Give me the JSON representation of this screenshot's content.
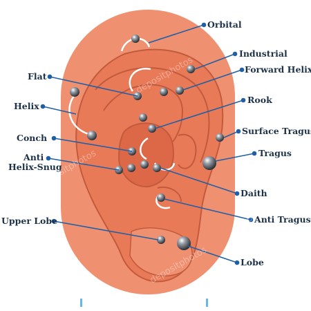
{
  "colors": {
    "ear_outer": "#ef9070",
    "ear_inner": "#e97a58",
    "ear_shadow": "#dc6848",
    "line_dark": "#c25a3c",
    "label_text": "#1d3248",
    "leader_line": "#1f5fa6",
    "ring": "#ffffff",
    "stud": "#3a3f47"
  },
  "labels": {
    "orbital": "Orbital",
    "industrial": "Industrial",
    "forward_helix": "Forward Helix",
    "flat": "Flat",
    "helix": "Helix",
    "rook": "Rook",
    "conch": "Conch",
    "surface_tragus": "Surface Tragus",
    "anti_helix_snug_line1": "Anti",
    "anti_helix_snug_line2": "Helix-Snug",
    "tragus": "Tragus",
    "daith": "Daith",
    "anti_tragus": "Anti Tragus",
    "upper_lobe": "Upper Lobe",
    "lobe": "Lobe"
  },
  "watermark": "depositphotos"
}
